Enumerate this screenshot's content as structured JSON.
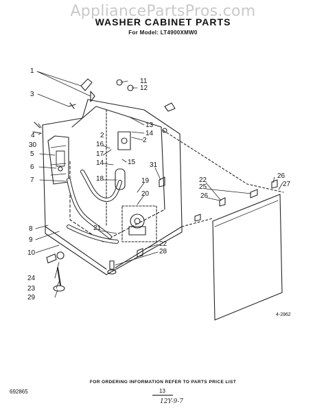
{
  "watermark": "AppliancePartsPros.com",
  "title": "WASHER CABINET PARTS",
  "subtitle": "For Model: LT4900XMW0",
  "footer": "FOR ORDERING INFORMATION REFER TO PARTS PRICE LIST",
  "doc_id": "692865",
  "diagram_id": "4-2862",
  "page_number": "13",
  "handwritten_note": "12Y-9-7",
  "part_labels": [
    "1",
    "3",
    "4",
    "30",
    "5",
    "6",
    "7",
    "8",
    "9",
    "10",
    "24",
    "23",
    "29",
    "11",
    "12",
    "13",
    "14",
    "2",
    "16",
    "17",
    "15",
    "14",
    "18",
    "2",
    "31",
    "19",
    "20",
    "21",
    "22",
    "28",
    "22",
    "25",
    "26",
    "26",
    "27"
  ]
}
